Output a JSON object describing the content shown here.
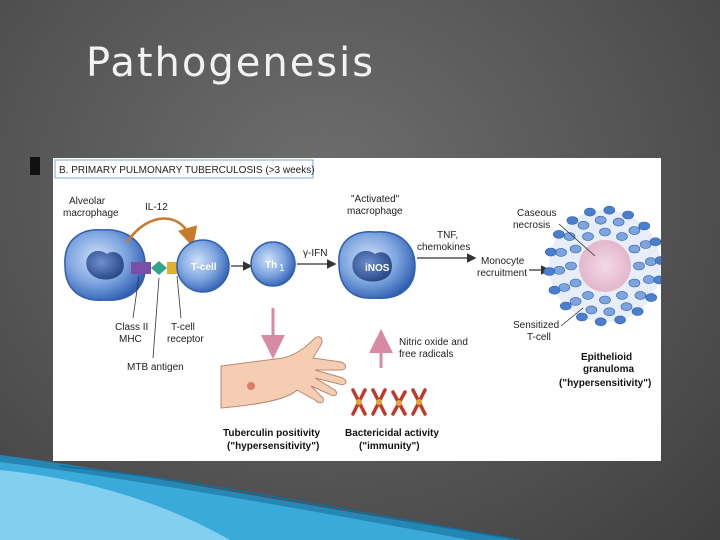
{
  "slide": {
    "title": "Pathogenesis"
  },
  "figure": {
    "heading": "B. PRIMARY PULMONARY TUBERCULOSIS (>3 weeks)",
    "labels": {
      "alveolar_macrophage_1": "Alveolar",
      "alveolar_macrophage_2": "macrophage",
      "il12": "IL-12",
      "tcell": "T-cell",
      "th1": "Th",
      "th1_sub": "1",
      "gamma_ifn": "γ-IFN",
      "activated_1": "\"Activated\"",
      "activated_2": "macrophage",
      "inos": "iNOS",
      "tnf_1": "TNF,",
      "tnf_2": "chemokines",
      "monocyte_1": "Monocyte",
      "monocyte_2": "recruitment",
      "caseous_1": "Caseous",
      "caseous_2": "necrosis",
      "sensitized_1": "Sensitized",
      "sensitized_2": "T-cell",
      "class2_1": "Class II",
      "class2_2": "MHC",
      "tcell_receptor_1": "T-cell",
      "tcell_receptor_2": "receptor",
      "mtb_antigen": "MTB antigen",
      "nitric_1": "Nitric oxide and",
      "nitric_2": "free radicals",
      "epithelioid_1": "Epithelioid",
      "epithelioid_2": "granuloma",
      "epithelioid_3": "(\"hypersensitivity\")",
      "tuberculin_1": "Tuberculin positivity",
      "tuberculin_2": "(\"hypersensitivity\")",
      "bactericidal_1": "Bactericidal activity",
      "bactericidal_2": "(\"immunity\")"
    }
  },
  "colors": {
    "cell_blue": "#3a6fc4",
    "cell_light": "#8fb6ea",
    "nucleus": "#2c4f8f",
    "arrow_pink": "#d98aa3",
    "bacilli": "#c0392b",
    "skin": "#f5cdb3"
  }
}
